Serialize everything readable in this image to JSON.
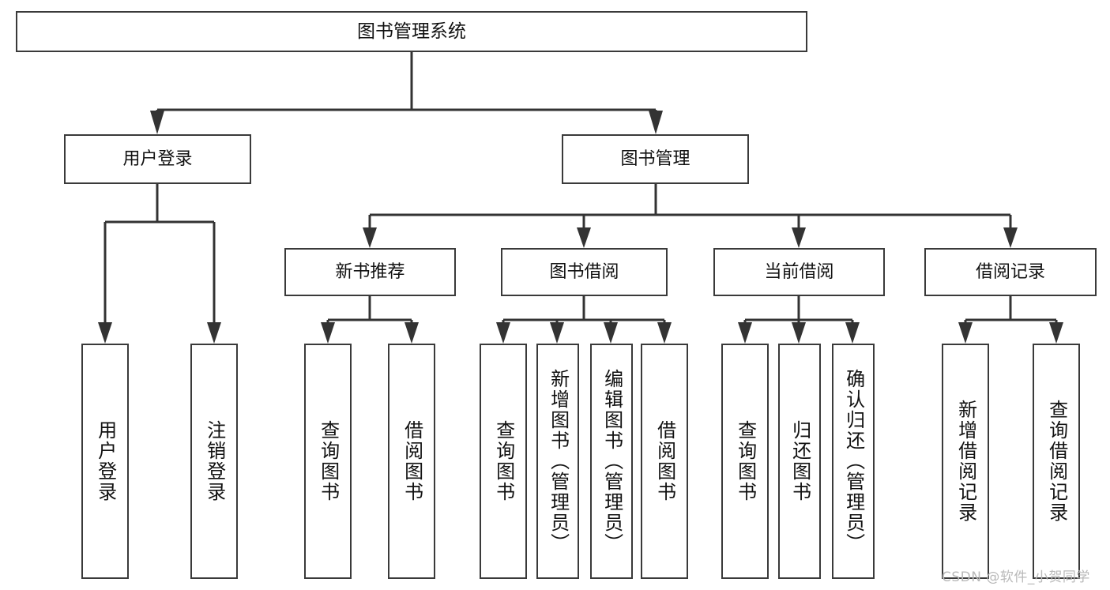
{
  "diagram": {
    "type": "tree",
    "title": "图书管理系统",
    "watermark": "CSDN @软件_小贺同学",
    "colors": {
      "box_border": "#3a3a3a",
      "box_fill": "#ffffff",
      "connector": "#333333",
      "text": "#111111",
      "watermark": "#b9b9b9",
      "background": "#ffffff"
    },
    "nodes": {
      "root": {
        "label": "图书管理系统"
      },
      "level2": [
        {
          "label": "用户登录"
        },
        {
          "label": "图书管理"
        }
      ],
      "level3": [
        {
          "label": "新书推荐"
        },
        {
          "label": "图书借阅"
        },
        {
          "label": "当前借阅"
        },
        {
          "label": "借阅记录"
        }
      ],
      "leaves": [
        {
          "label": "用户登录",
          "parent": "用户登录"
        },
        {
          "label": "注销登录",
          "parent": "用户登录"
        },
        {
          "label": "查询图书",
          "parent": "新书推荐"
        },
        {
          "label": "借阅图书",
          "parent": "新书推荐"
        },
        {
          "label": "查询图书",
          "parent": "图书借阅"
        },
        {
          "label": "新增图书（管理员）",
          "parent": "图书借阅"
        },
        {
          "label": "编辑图书（管理员）",
          "parent": "图书借阅"
        },
        {
          "label": "借阅图书",
          "parent": "图书借阅"
        },
        {
          "label": "查询图书",
          "parent": "当前借阅"
        },
        {
          "label": "归还图书",
          "parent": "当前借阅"
        },
        {
          "label": "确认归还（管理员）",
          "parent": "当前借阅"
        },
        {
          "label": "新增借阅记录",
          "parent": "借阅记录"
        },
        {
          "label": "查询借阅记录",
          "parent": "借阅记录"
        }
      ]
    }
  }
}
